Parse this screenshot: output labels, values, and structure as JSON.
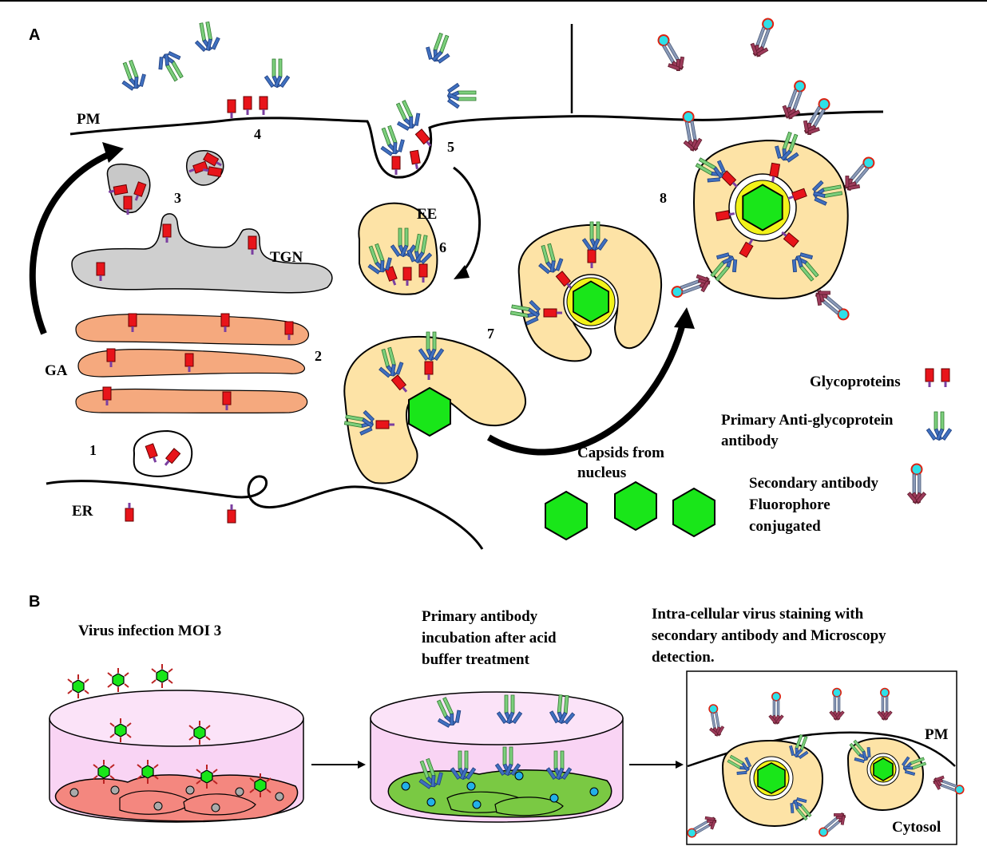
{
  "panel_a": {
    "label": "A",
    "compartments": {
      "pm": "PM",
      "tgn": "TGN",
      "ga": "GA",
      "er": "ER",
      "ee": "EE"
    },
    "steps": [
      "1",
      "2",
      "3",
      "4",
      "5",
      "6",
      "7",
      "8"
    ],
    "capsids_label_1": "Capsids from",
    "capsids_label_2": "nucleus",
    "legend": {
      "glycoproteins": "Glycoproteins",
      "primary_1": "Primary Anti-glycoprotein",
      "primary_2": "antibody",
      "secondary_1": "Secondary antibody",
      "secondary_2": "Fluorophore",
      "secondary_3": "conjugated"
    }
  },
  "panel_b": {
    "label": "B",
    "step1": "Virus infection MOI 3",
    "step2_1": "Primary antibody",
    "step2_2": "incubation after acid",
    "step2_3": "buffer treatment",
    "step3_1": "Intra-cellular virus staining with",
    "step3_2": "secondary antibody and Microscopy",
    "step3_3": "detection.",
    "pm": "PM",
    "cytosol": "Cytosol"
  },
  "colors": {
    "glycoprotein": "#e8141a",
    "glyco_stem": "#7b3fa0",
    "primary_heavy": "#7ccf7c",
    "primary_light": "#3f6fbf",
    "secondary_heavy": "#8a9ab8",
    "secondary_light": "#9c3a5a",
    "fluorophore": "#2ee0e8",
    "capsid": "#19e619",
    "vesicle": "#fde3a6",
    "golgi": "#f5a97e",
    "tgn": "#cfcfcf",
    "dish_pink": "#f9d4f4",
    "cell_red": "#f4877f",
    "cell_green": "#7ac943"
  }
}
